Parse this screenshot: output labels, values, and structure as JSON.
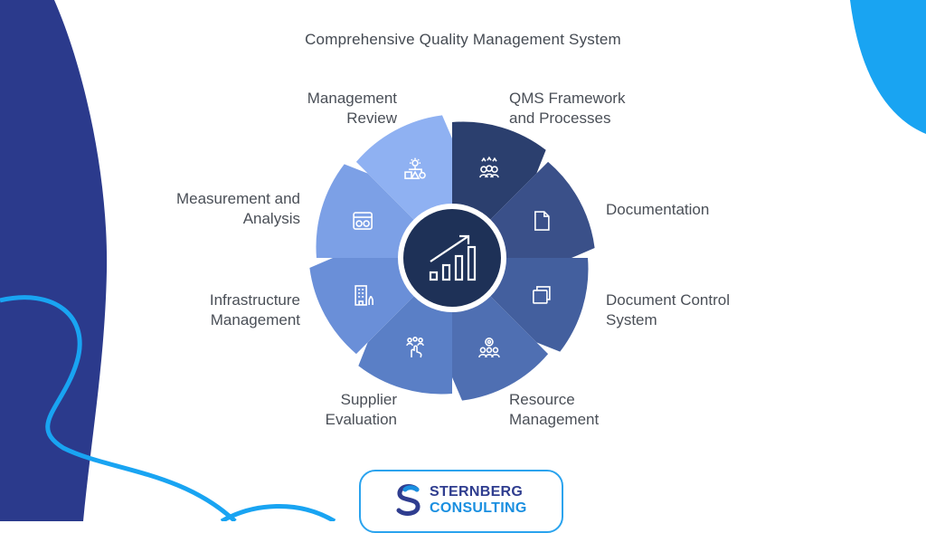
{
  "title": "Comprehensive Quality Management System",
  "center_icon": "growth-chart-icon",
  "segments": [
    {
      "id": "qms",
      "lines": [
        "QMS Framework",
        "and Processes"
      ],
      "icon": "team-stars-icon",
      "color": "#2b3f6e"
    },
    {
      "id": "doc",
      "lines": [
        "Documentation"
      ],
      "icon": "document-icon",
      "color": "#3a5089"
    },
    {
      "id": "dcs",
      "lines": [
        "Document Control",
        "System"
      ],
      "icon": "stacked-documents-icon",
      "color": "#435f9e"
    },
    {
      "id": "res",
      "lines": [
        "Resource",
        "Management"
      ],
      "icon": "team-gear-icon",
      "color": "#4f6fb2"
    },
    {
      "id": "sup",
      "lines": [
        "Supplier",
        "Evaluation"
      ],
      "icon": "hand-people-icon",
      "color": "#5a7fc6"
    },
    {
      "id": "inf",
      "lines": [
        "Infrastructure",
        "Management"
      ],
      "icon": "building-icon",
      "color": "#6a8fd8"
    },
    {
      "id": "mea",
      "lines": [
        "Measurement and",
        "Analysis"
      ],
      "icon": "browser-window-icon",
      "color": "#7ca0e6"
    },
    {
      "id": "mgr",
      "lines": [
        "Management",
        "Review"
      ],
      "icon": "lightbulb-shapes-icon",
      "color": "#8fb1f2"
    }
  ],
  "logo": {
    "line1": "STERNBERG",
    "line2": "CONSULTING",
    "mark": "s-logo-icon"
  },
  "colors": {
    "navy": "#2b3a8c",
    "accent_blue": "#19a4f2",
    "center": "#1e3157"
  }
}
